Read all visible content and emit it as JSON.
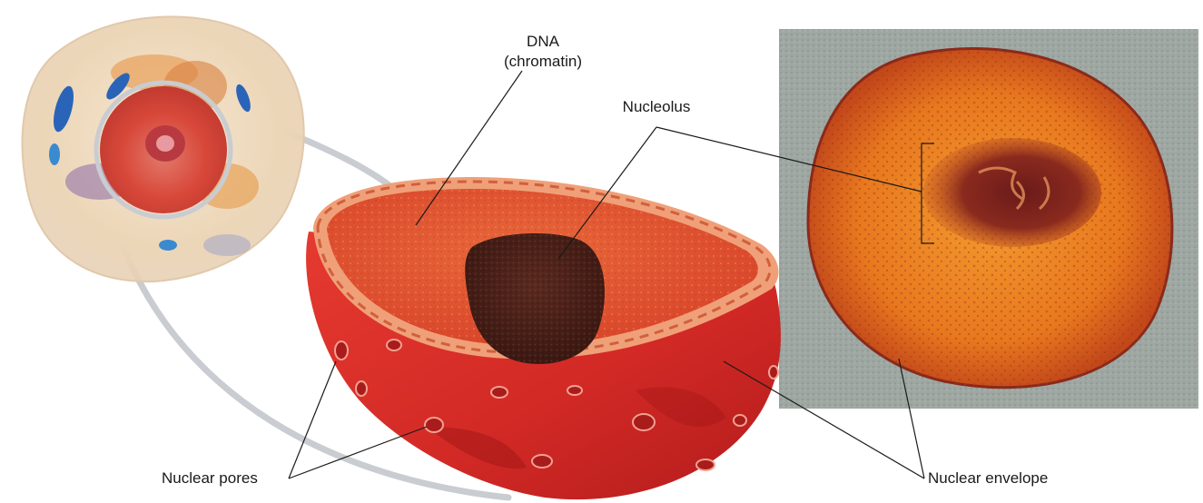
{
  "labels": {
    "dna_line1": "DNA",
    "dna_line2": "(chromatin)",
    "nucleolus": "Nucleolus",
    "nuclear_pores": "Nuclear pores",
    "nuclear_envelope": "Nuclear envelope"
  },
  "colors": {
    "nucleus_red": "#d8302a",
    "nucleus_inner": "#e4542a",
    "nucleolus_dark": "#4a1f18",
    "micrograph_orange": "#e8781e",
    "micrograph_bg": "#9aa39e",
    "cell_cream": "#f0dcc0",
    "mitochondria_blue": "#2a64b8",
    "leader_line": "#1a1a1a",
    "zoom_band": "#c9ccd0"
  }
}
